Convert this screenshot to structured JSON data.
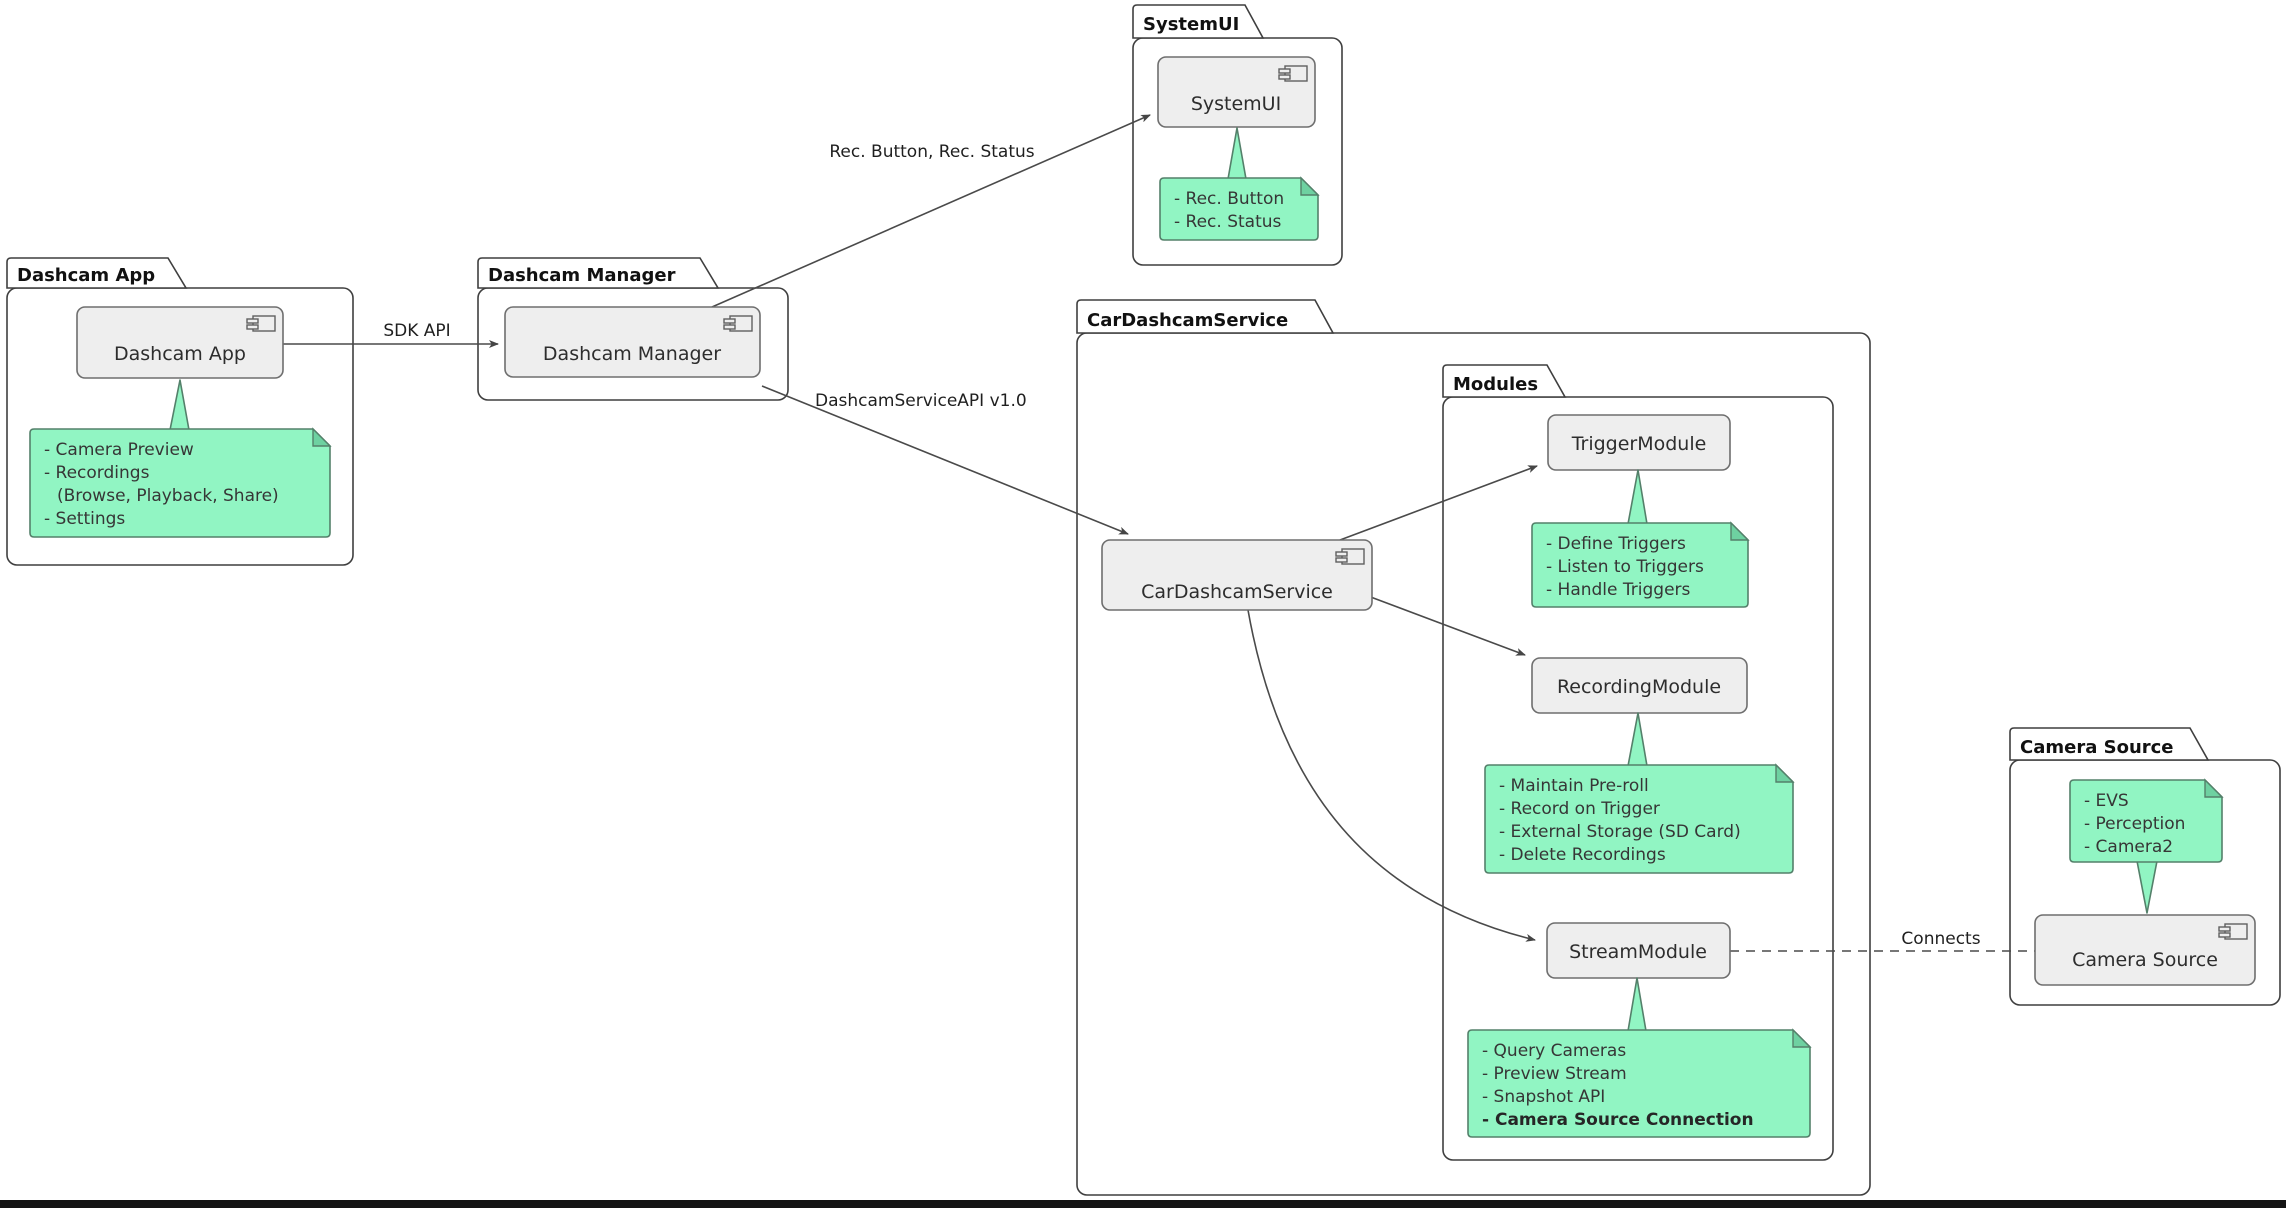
{
  "packages": {
    "dashcam_app": {
      "label": "Dashcam App"
    },
    "dashcam_manager": {
      "label": "Dashcam Manager"
    },
    "systemui": {
      "label": "SystemUI"
    },
    "cardashcamservice": {
      "label": "CarDashcamService"
    },
    "modules": {
      "label": "Modules"
    },
    "camera_source": {
      "label": "Camera Source"
    }
  },
  "components": {
    "dashcam_app": {
      "label": "Dashcam App"
    },
    "dashcam_manager": {
      "label": "Dashcam Manager"
    },
    "systemui": {
      "label": "SystemUI"
    },
    "cardashcamservice": {
      "label": "CarDashcamService"
    },
    "trigger_module": {
      "label": "TriggerModule"
    },
    "recording_module": {
      "label": "RecordingModule"
    },
    "stream_module": {
      "label": "StreamModule"
    },
    "camera_source": {
      "label": "Camera Source"
    }
  },
  "notes": {
    "dashcam_app": {
      "lines": [
        "- Camera Preview",
        "- Recordings",
        "(Browse, Playback, Share)",
        "- Settings"
      ]
    },
    "systemui": {
      "lines": [
        "- Rec. Button",
        "- Rec. Status"
      ]
    },
    "trigger": {
      "lines": [
        "- Define Triggers",
        "- Listen to Triggers",
        "- Handle Triggers"
      ]
    },
    "recording": {
      "lines": [
        "- Maintain Pre-roll",
        "- Record on Trigger",
        "- External Storage (SD Card)",
        "- Delete Recordings"
      ]
    },
    "stream": {
      "lines": [
        "- Query Cameras",
        "- Preview Stream",
        "- Snapshot API",
        "- Camera Source Connection"
      ]
    },
    "camera_source": {
      "lines": [
        "- EVS",
        "- Perception",
        "- Camera2"
      ]
    }
  },
  "edges": {
    "sdk_api": {
      "label": "SDK API"
    },
    "rec": {
      "label": "Rec. Button, Rec. Status"
    },
    "service_api": {
      "label": "DashcamServiceAPI v1.0"
    },
    "connects": {
      "label": "Connects"
    }
  },
  "colors": {
    "note_fill": "#91f5c3",
    "note_border": "#54806a",
    "component_fill": "#eeeeee",
    "component_border": "#6e6e6e",
    "package_border": "#3f3f3f",
    "line": "#4a4a4a"
  }
}
